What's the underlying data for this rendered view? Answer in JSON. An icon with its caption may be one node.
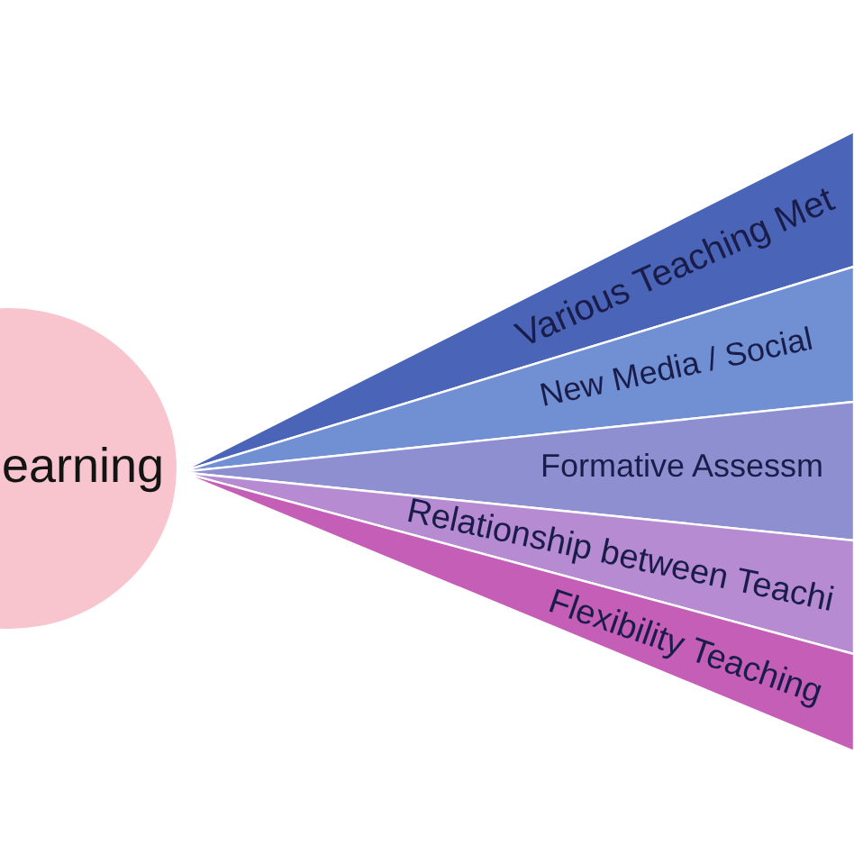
{
  "diagram": {
    "nodes": [
      {
        "text": [
          "earning"
        ]
      },
      {
        "text": [
          "Various Teaching Met"
        ]
      },
      {
        "text": [
          "New Media / Social"
        ]
      },
      {
        "text": [
          "Formative Assessm"
        ]
      },
      {
        "text": [
          "Relationship between Teachi"
        ]
      },
      {
        "text": [
          "Flexibility Teaching"
        ]
      }
    ]
  }
}
